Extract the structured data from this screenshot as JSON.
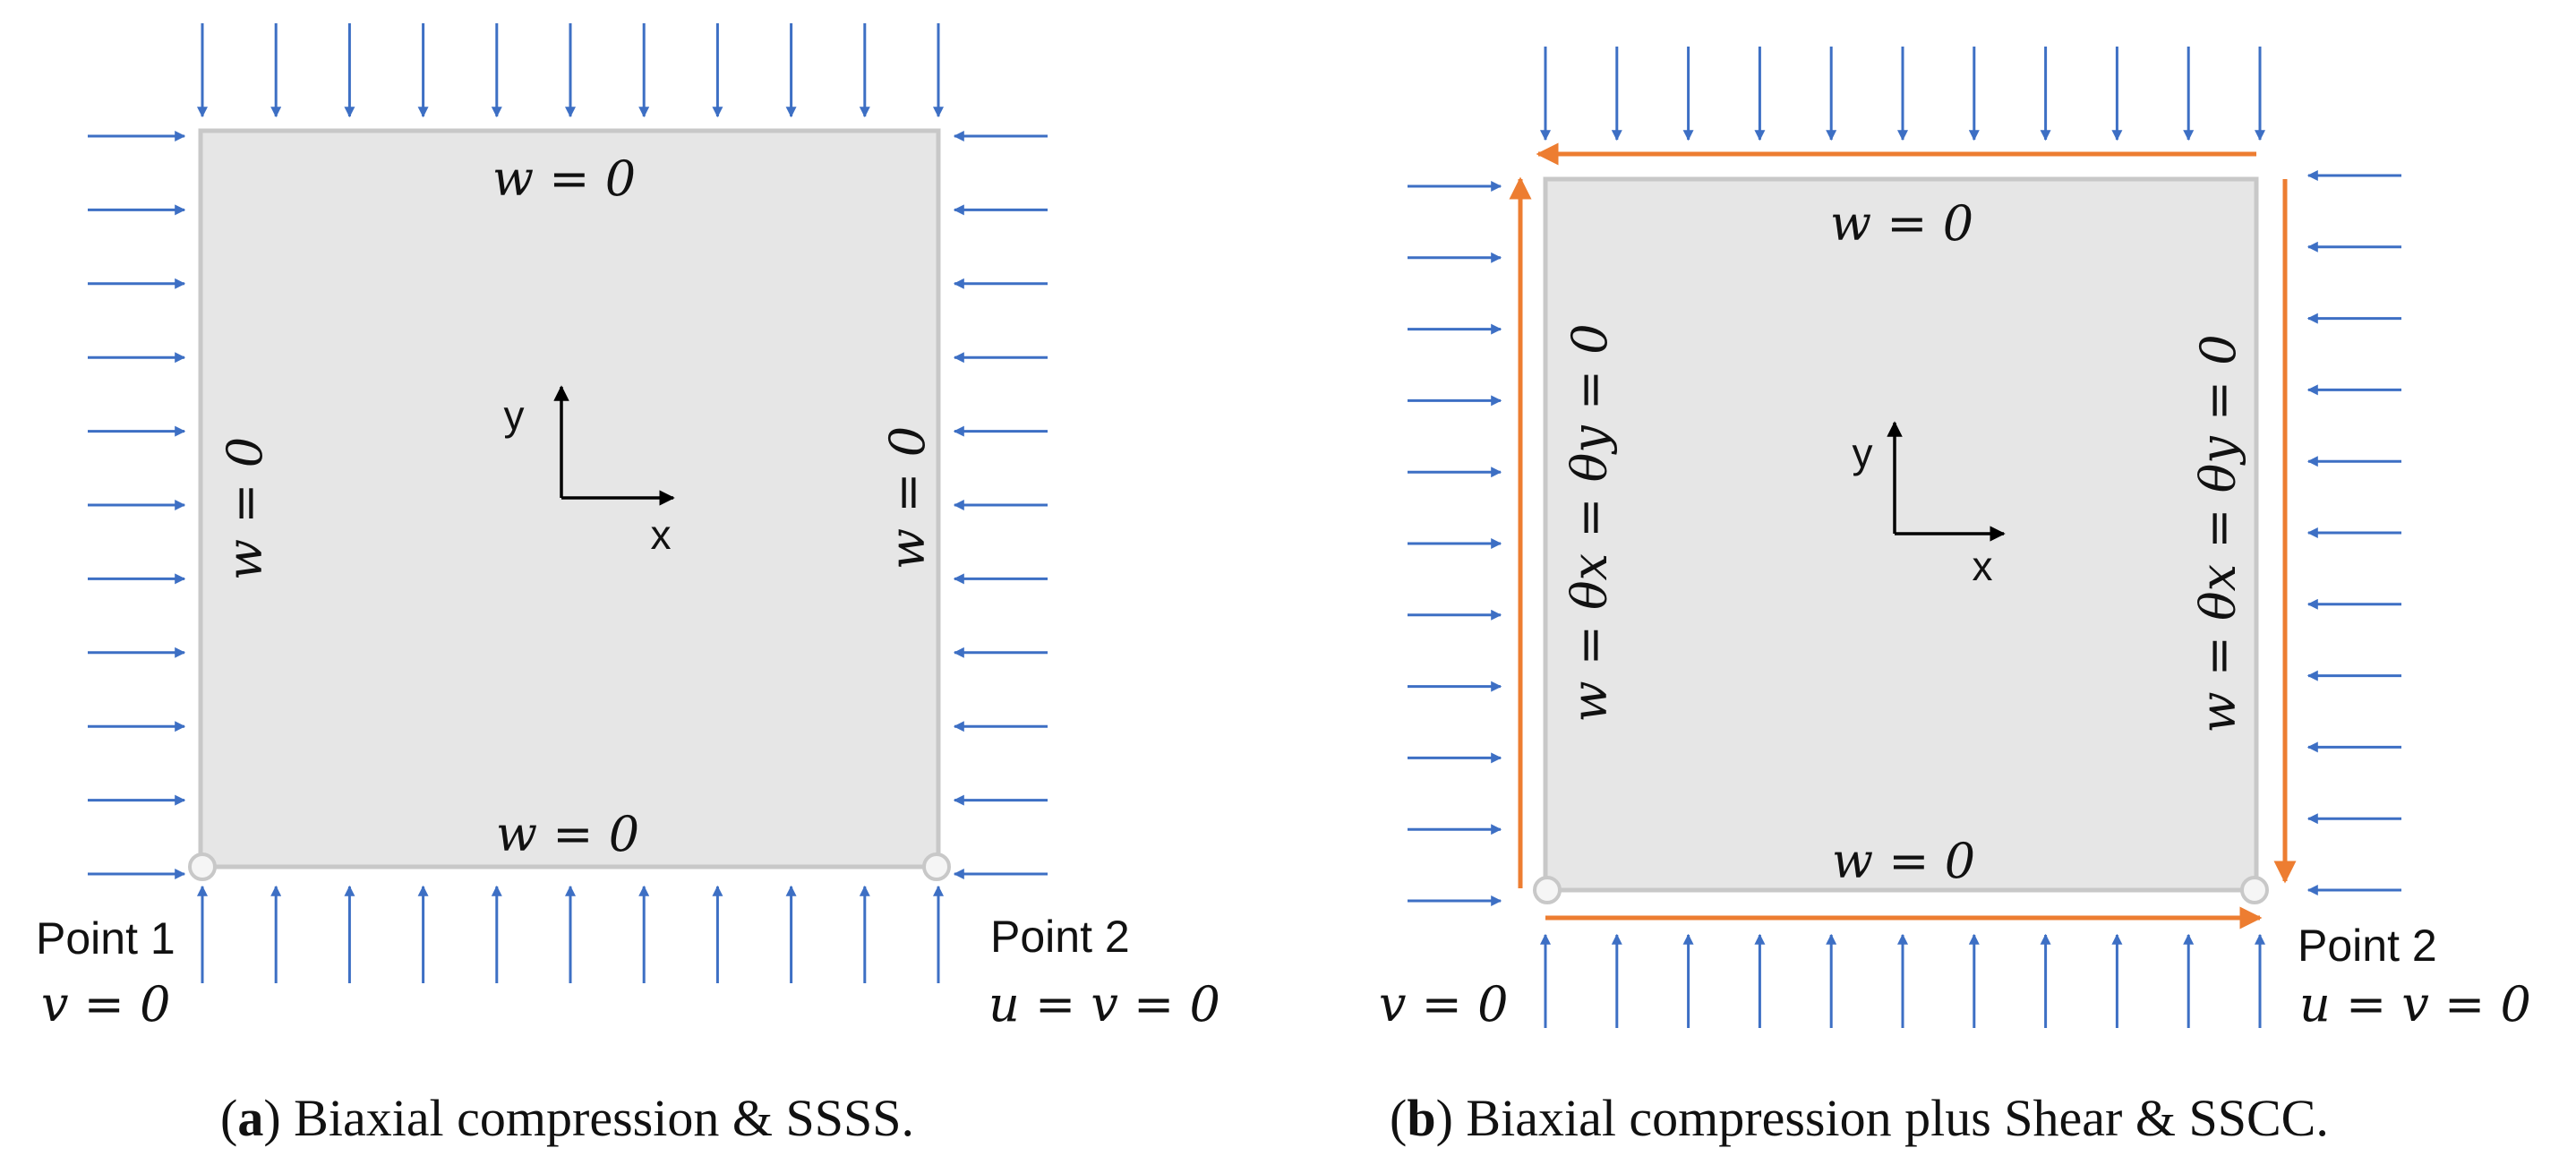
{
  "colors": {
    "plate_fill": "#e6e6e6",
    "plate_edge": "#c8c8c8",
    "load_arrow": "#3d6fc4",
    "shear_arrow": "#ed7d31",
    "axis": "#000000",
    "support": "#c8c8c8"
  },
  "panels": {
    "a": {
      "bc_top": "w = 0",
      "bc_bottom": "w = 0",
      "bc_left": "w = 0",
      "bc_right": "w = 0",
      "axis_x": "x",
      "axis_y": "y",
      "point1_label": "Point 1",
      "point1_constraint": "v = 0",
      "point2_label": "Point 2",
      "point2_constraint": "u = v = 0",
      "caption_tag": "a",
      "caption_text": " Biaxial compression & SSSS."
    },
    "b": {
      "bc_top": "w = 0",
      "bc_bottom": "w = 0",
      "bc_left": "w = θx = θy = 0",
      "bc_right": "w = θx = θy = 0",
      "axis_x": "x",
      "axis_y": "y",
      "point1_constraint": "v = 0",
      "point2_label": "Point 2",
      "point2_constraint": "u = v = 0",
      "caption_tag": "b",
      "caption_text": " Biaxial compression plus Shear & SSCC."
    }
  }
}
